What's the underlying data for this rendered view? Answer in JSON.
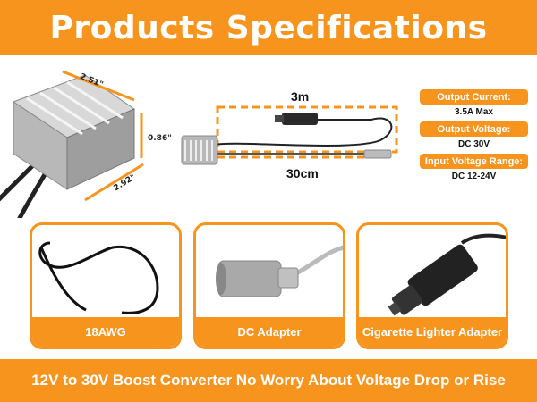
{
  "header": {
    "title": "Products Specifications"
  },
  "dimensions": {
    "width": "2.51\"",
    "height": "0.86\"",
    "length": "2.92\""
  },
  "cables": {
    "long": "3m",
    "short": "30cm"
  },
  "specs": [
    {
      "label": "Output Current:",
      "value": "3.5A Max"
    },
    {
      "label": "Output Voltage:",
      "value": "DC 30V"
    },
    {
      "label": "Input Voltage Range:",
      "value": "DC 12-24V"
    }
  ],
  "cards": [
    {
      "label": "18AWG",
      "icon": "wire-icon"
    },
    {
      "label": "DC Adapter",
      "icon": "dc-plug-icon"
    },
    {
      "label": "Cigarette Lighter Adapter",
      "icon": "car-charger-icon"
    }
  ],
  "footer": {
    "text": "12V to 30V Boost Converter No Worry About Voltage Drop or Rise"
  },
  "colors": {
    "accent": "#f7941d",
    "text": "#111111"
  }
}
